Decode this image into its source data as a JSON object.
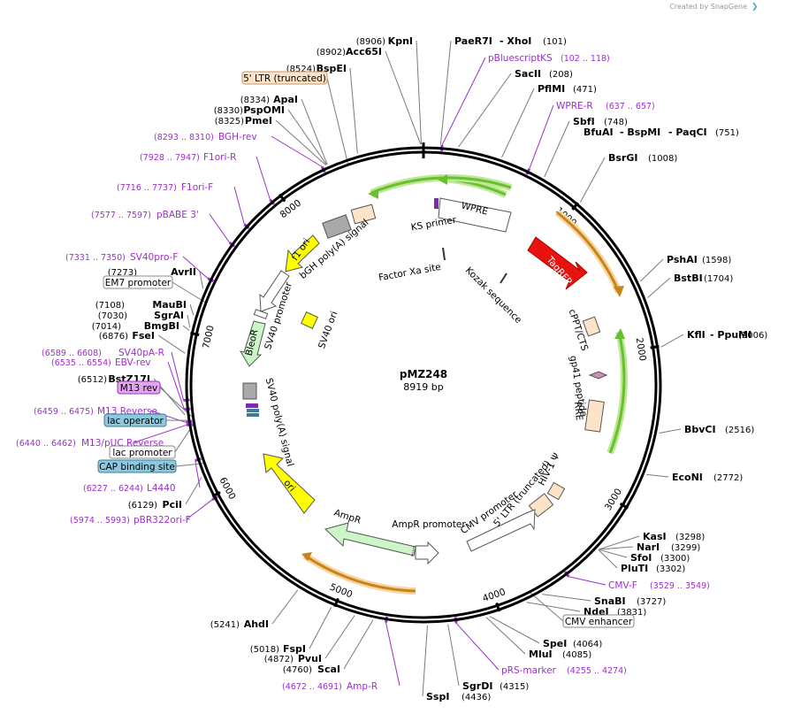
{
  "credit": "Created by SnapGene",
  "plasmid": {
    "name": "pMZ248",
    "size": "8919 bp",
    "length": 8919
  },
  "ticks": [
    {
      "text": "1000",
      "bp": 1000
    },
    {
      "text": "2000",
      "bp": 2000
    },
    {
      "text": "3000",
      "bp": 3000
    },
    {
      "text": "4000",
      "bp": 4000
    },
    {
      "text": "5000",
      "bp": 5000
    },
    {
      "text": "6000",
      "bp": 6000
    },
    {
      "text": "7000",
      "bp": 7000
    },
    {
      "text": "8000",
      "bp": 8000
    }
  ],
  "sites": [
    {
      "name": "KpnI",
      "pos": "(8906)",
      "bp": 8906,
      "side": "left"
    },
    {
      "name": "Acc65I",
      "pos": "(8902)",
      "bp": 8902,
      "side": "left"
    },
    {
      "name": "BspEI",
      "pos": "(8524)",
      "bp": 8524,
      "side": "left"
    },
    {
      "name": "ApaI",
      "pos": "(8334)",
      "bp": 8334,
      "side": "left"
    },
    {
      "name": "PspOMI",
      "pos": "(8330)",
      "bp": 8330,
      "side": "left"
    },
    {
      "name": "PmeI",
      "pos": "(8325)",
      "bp": 8325,
      "side": "left"
    },
    {
      "name": "AvrII",
      "pos": "(7273)",
      "bp": 7273,
      "side": "left"
    },
    {
      "name": "MauBI",
      "pos": "(7108)",
      "bp": 7108,
      "side": "left"
    },
    {
      "name": "SgrAI",
      "pos": "(7030)",
      "bp": 7030,
      "side": "left"
    },
    {
      "name": "BmgBI",
      "pos": "(7014)",
      "bp": 7014,
      "side": "left"
    },
    {
      "name": "FseI",
      "pos": "(6876)",
      "bp": 6876,
      "side": "left"
    },
    {
      "name": "BstZ17I",
      "pos": "(6512)",
      "bp": 6512,
      "side": "left"
    },
    {
      "name": "PciI",
      "pos": "(6129)",
      "bp": 6129,
      "side": "left"
    },
    {
      "name": "AhdI",
      "pos": "(5241)",
      "bp": 5241,
      "side": "left"
    },
    {
      "name": "FspI",
      "pos": "(5018)",
      "bp": 5018,
      "side": "left"
    },
    {
      "name": "PvuI",
      "pos": "(4872)",
      "bp": 4872,
      "side": "left"
    },
    {
      "name": "ScaI",
      "pos": "(4760)",
      "bp": 4760,
      "side": "left"
    },
    {
      "name": "PaeR7I",
      "pos": "",
      "bp": 101,
      "side": "right"
    },
    {
      "name": "- XhoI",
      "pos": "(101)",
      "bp": 101,
      "side": "right"
    },
    {
      "name": "SacII",
      "pos": "(208)",
      "bp": 208,
      "side": "right"
    },
    {
      "name": "PflMI",
      "pos": "(471)",
      "bp": 471,
      "side": "right"
    },
    {
      "name": "SbfI",
      "pos": "(748)",
      "bp": 748,
      "side": "right"
    },
    {
      "name": "BfuAI",
      "pos": "",
      "bp": 751,
      "side": "right"
    },
    {
      "name": "- BspMI",
      "pos": "",
      "bp": 751,
      "side": "right"
    },
    {
      "name": "- PaqCI",
      "pos": "(751)",
      "bp": 751,
      "side": "right"
    },
    {
      "name": "BsrGI",
      "pos": "(1008)",
      "bp": 1008,
      "side": "right"
    },
    {
      "name": "PshAI",
      "pos": "(1598)",
      "bp": 1598,
      "side": "right"
    },
    {
      "name": "BstBI",
      "pos": "(1704)",
      "bp": 1704,
      "side": "right"
    },
    {
      "name": "KflI",
      "pos": "",
      "bp": 2006,
      "side": "right"
    },
    {
      "name": "- PpuMI",
      "pos": "(2006)",
      "bp": 2006,
      "side": "right"
    },
    {
      "name": "BbvCI",
      "pos": "(2516)",
      "bp": 2516,
      "side": "right"
    },
    {
      "name": "EcoNI",
      "pos": "(2772)",
      "bp": 2772,
      "side": "right"
    },
    {
      "name": "KasI",
      "pos": "(3298)",
      "bp": 3298,
      "side": "right"
    },
    {
      "name": "NarI",
      "pos": "(3299)",
      "bp": 3299,
      "side": "right"
    },
    {
      "name": "SfoI",
      "pos": "(3300)",
      "bp": 3300,
      "side": "right"
    },
    {
      "name": "PluTI",
      "pos": "(3302)",
      "bp": 3302,
      "side": "right"
    },
    {
      "name": "SnaBI",
      "pos": "(3727)",
      "bp": 3727,
      "side": "right"
    },
    {
      "name": "NdeI",
      "pos": "(3831)",
      "bp": 3831,
      "side": "right"
    },
    {
      "name": "SpeI",
      "pos": "(4064)",
      "bp": 4064,
      "side": "right"
    },
    {
      "name": "MluI",
      "pos": "(4085)",
      "bp": 4085,
      "side": "right"
    },
    {
      "name": "SgrDI",
      "pos": "(4315)",
      "bp": 4315,
      "side": "right"
    },
    {
      "name": "SspI",
      "pos": "(4436)",
      "bp": 4436,
      "side": "right"
    }
  ],
  "primers": [
    {
      "name": "pBluescriptKS",
      "pos": "(102 .. 118)",
      "bp": 110
    },
    {
      "name": "WPRE-R",
      "pos": "(637 .. 657)",
      "bp": 647
    },
    {
      "name": "CMV-F",
      "pos": "(3529 .. 3549)",
      "bp": 3539
    },
    {
      "name": "pRS-marker",
      "pos": "(4255 .. 4274)",
      "bp": 4265
    },
    {
      "name": "Amp-R",
      "pos": "(4672 .. 4691)",
      "bp": 4682
    },
    {
      "name": "pBR322ori-F",
      "pos": "(5974 .. 5993)",
      "bp": 5983
    },
    {
      "name": "L4440",
      "pos": "(6227 .. 6244)",
      "bp": 6235
    },
    {
      "name": "M13/pUC Reverse",
      "pos": "(6440 .. 6462)",
      "bp": 6451
    },
    {
      "name": "M13 Reverse",
      "pos": "(6459 .. 6475)",
      "bp": 6467
    },
    {
      "name": "EBV-rev",
      "pos": "(6535 .. 6554)",
      "bp": 6544
    },
    {
      "name": "SV40pA-R",
      "pos": "(6589 .. 6608)",
      "bp": 6598
    },
    {
      "name": "SV40pro-F",
      "pos": "(7331 .. 7350)",
      "bp": 7340
    },
    {
      "name": "pBABE 3'",
      "pos": "(7577 .. 7597)",
      "bp": 7587
    },
    {
      "name": "F1ori-F",
      "pos": "(7716 .. 7737)",
      "bp": 7726
    },
    {
      "name": "F1ori-R",
      "pos": "(7928 .. 7947)",
      "bp": 7937
    },
    {
      "name": "BGH-rev",
      "pos": "(8293 .. 8310)",
      "bp": 8301
    }
  ],
  "boxed_features": [
    {
      "name": "5' LTR (truncated)",
      "fill": "#fde3c8",
      "stroke": "#c49a6c"
    },
    {
      "name": "EM7 promoter",
      "fill": "#ffffff",
      "stroke": "#888888"
    },
    {
      "name": "M13 rev",
      "fill": "#e2a6ee",
      "stroke": "#9b30c9"
    },
    {
      "name": "lac operator",
      "fill": "#8ec8dc",
      "stroke": "#3a7f97"
    },
    {
      "name": "lac promoter",
      "fill": "#ffffff",
      "stroke": "#888888"
    },
    {
      "name": "CAP binding site",
      "fill": "#8ec8dc",
      "stroke": "#3a7f97"
    },
    {
      "name": "CMV enhancer",
      "fill": "#ffffff",
      "stroke": "#888888"
    }
  ],
  "features": [
    {
      "name": "WPRE"
    },
    {
      "name": "KS primer"
    },
    {
      "name": "TagRFP"
    },
    {
      "name": "cPPT/CTS"
    },
    {
      "name": "gp41 peptide"
    },
    {
      "name": "RRE"
    },
    {
      "name": "HIV-1 Ψ"
    },
    {
      "name": "5' LTR (truncated)"
    },
    {
      "name": "CMV promoter"
    },
    {
      "name": "AmpR promoter"
    },
    {
      "name": "AmpR"
    },
    {
      "name": "ori"
    },
    {
      "name": "SV40 poly(A) signal"
    },
    {
      "name": "BleoR"
    },
    {
      "name": "SV40 promoter"
    },
    {
      "name": "SV40 ori"
    },
    {
      "name": "f1 ori"
    },
    {
      "name": "bGH poly(A) signal"
    },
    {
      "name": "Factor Xa site"
    },
    {
      "name": "Kozak sequence"
    }
  ],
  "colors": {
    "backbone": "#000000",
    "primer": "#9b30c9",
    "green": "#7cd53e",
    "orange": "#e89b2f",
    "red": "#e8130f",
    "yellow": "#ffff00",
    "ampr": "#ccf5c8",
    "grey": "#a9a9a9",
    "peach": "#fde3c8"
  }
}
